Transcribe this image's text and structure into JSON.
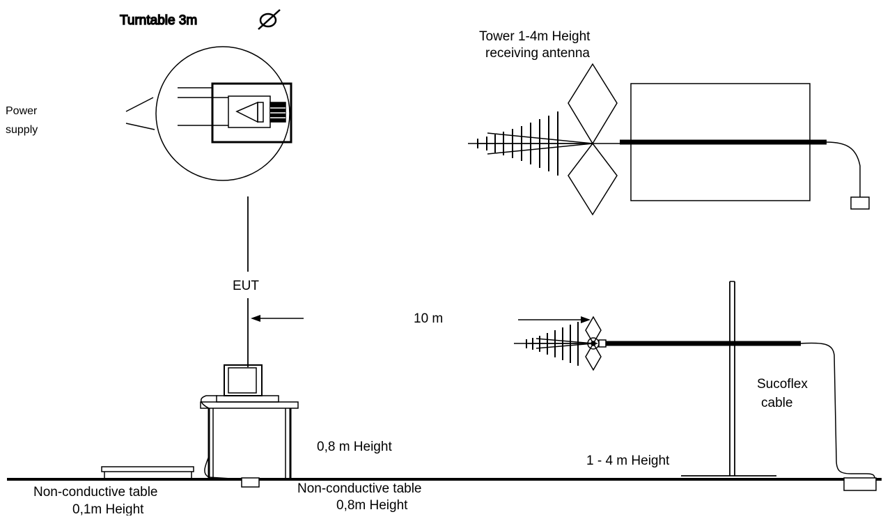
{
  "labels": {
    "turntable": "Turntable 3m",
    "tower_line1": "Tower 1-4m Height",
    "tower_line2": "receiving antenna",
    "power_line1": "Power",
    "power_line2": "supply",
    "eut": "EUT",
    "distance": "10 m",
    "eut_table_height": "0,8 m Height",
    "antenna_height": "1 - 4 m Height",
    "cable_line1": "Sucoflex",
    "cable_line2": "cable",
    "table_low_line1": "Non-conductive table",
    "table_low_line2": "0,1m Height",
    "table_high_line1": "Non-conductive table",
    "table_high_line2": "0,8m Height"
  },
  "symbols": {
    "diameter": "diameter-icon"
  },
  "colors": {
    "ink": "#000000",
    "background": "#ffffff"
  }
}
